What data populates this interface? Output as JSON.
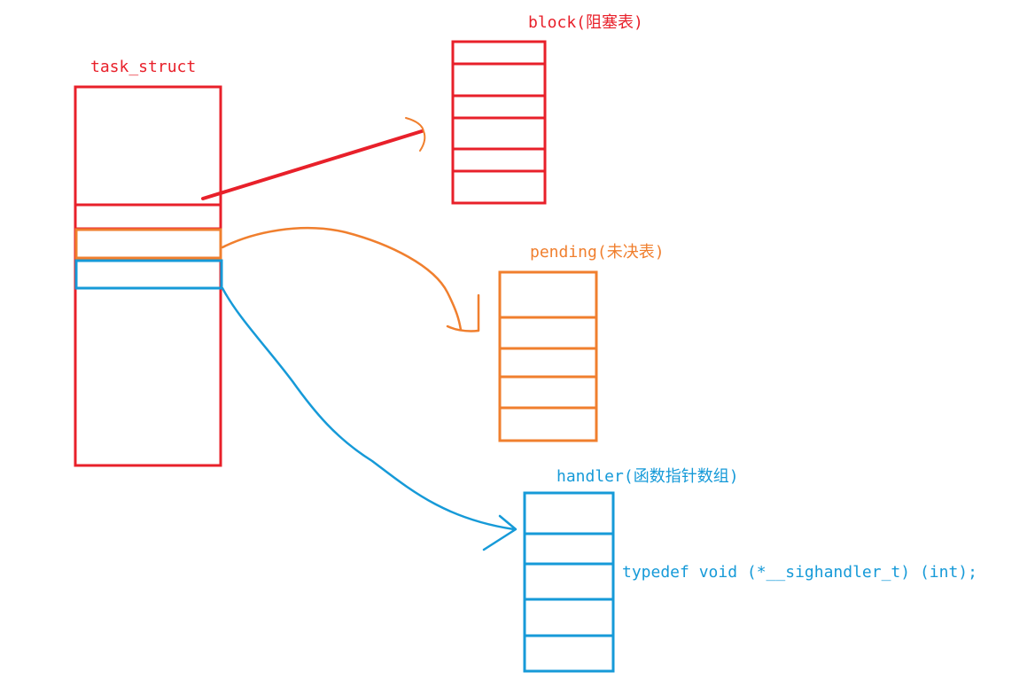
{
  "labels": {
    "task_struct": "task_struct",
    "block": "block(阻塞表)",
    "pending": "pending(未决表)",
    "handler": "handler(函数指针数组)",
    "typedef": "typedef void (*__sighandler_t) (int);"
  },
  "colors": {
    "red": "#e8202a",
    "orange": "#f07f2e",
    "blue": "#169ad8"
  }
}
